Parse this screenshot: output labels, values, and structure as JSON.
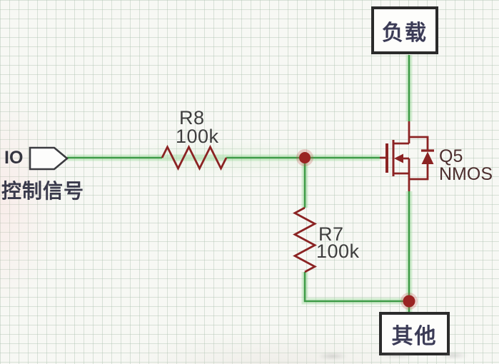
{
  "schematic": {
    "io_port": {
      "label": "IO",
      "caption": "控制信号"
    },
    "resistors": [
      {
        "designator": "R8",
        "value": "100k",
        "orientation": "horizontal"
      },
      {
        "designator": "R7",
        "value": "100k",
        "orientation": "vertical"
      }
    ],
    "transistor": {
      "designator": "Q5",
      "type": "NMOS"
    },
    "terminal_blocks": [
      {
        "label": "负载"
      },
      {
        "label": "其他"
      }
    ],
    "colors": {
      "wire_green": "#3e9b47",
      "wire_glow": "rgba(150,215,150,0.38)",
      "component_red": "#8b2323",
      "junction_dot": "#9a2323",
      "block_border": "#2b2b2b",
      "designator_text": "#3e3e3e",
      "cjk_text": "#3b3b56"
    }
  }
}
